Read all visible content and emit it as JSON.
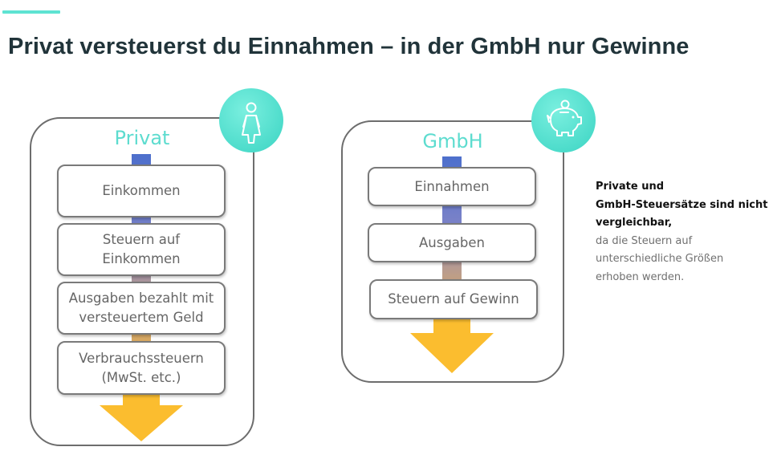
{
  "title": "Privat versteuerst du Einnahmen – in der GmbH nur Gewinne",
  "colors": {
    "accent": "#5ee3d2",
    "panel_title": "#5ddccf",
    "arrow": "#fbbd2f",
    "connector_gradient": [
      "#4d6fcc",
      "#7b82c8",
      "#b59a93",
      "#e9b04a"
    ]
  },
  "privat": {
    "title": "Privat",
    "icon": "woman-icon",
    "steps": [
      "Einkommen",
      "Steuern auf\nEinkommen",
      "Ausgaben bezahlt mit\nversteuertem Geld",
      "Verbrauchssteuern\n(MwSt. etc.)"
    ]
  },
  "gmbh": {
    "title": "GmbH",
    "icon": "piggy-bank-icon",
    "steps": [
      "Einnahmen",
      "Ausgaben",
      "Steuern auf Gewinn"
    ]
  },
  "note": {
    "bold": "Private und\nGmbH-Steuersätze sind nicht\nvergleichbar,",
    "normal": "da die Steuern auf\nunterschiedliche Größen\nerhoben werden."
  }
}
